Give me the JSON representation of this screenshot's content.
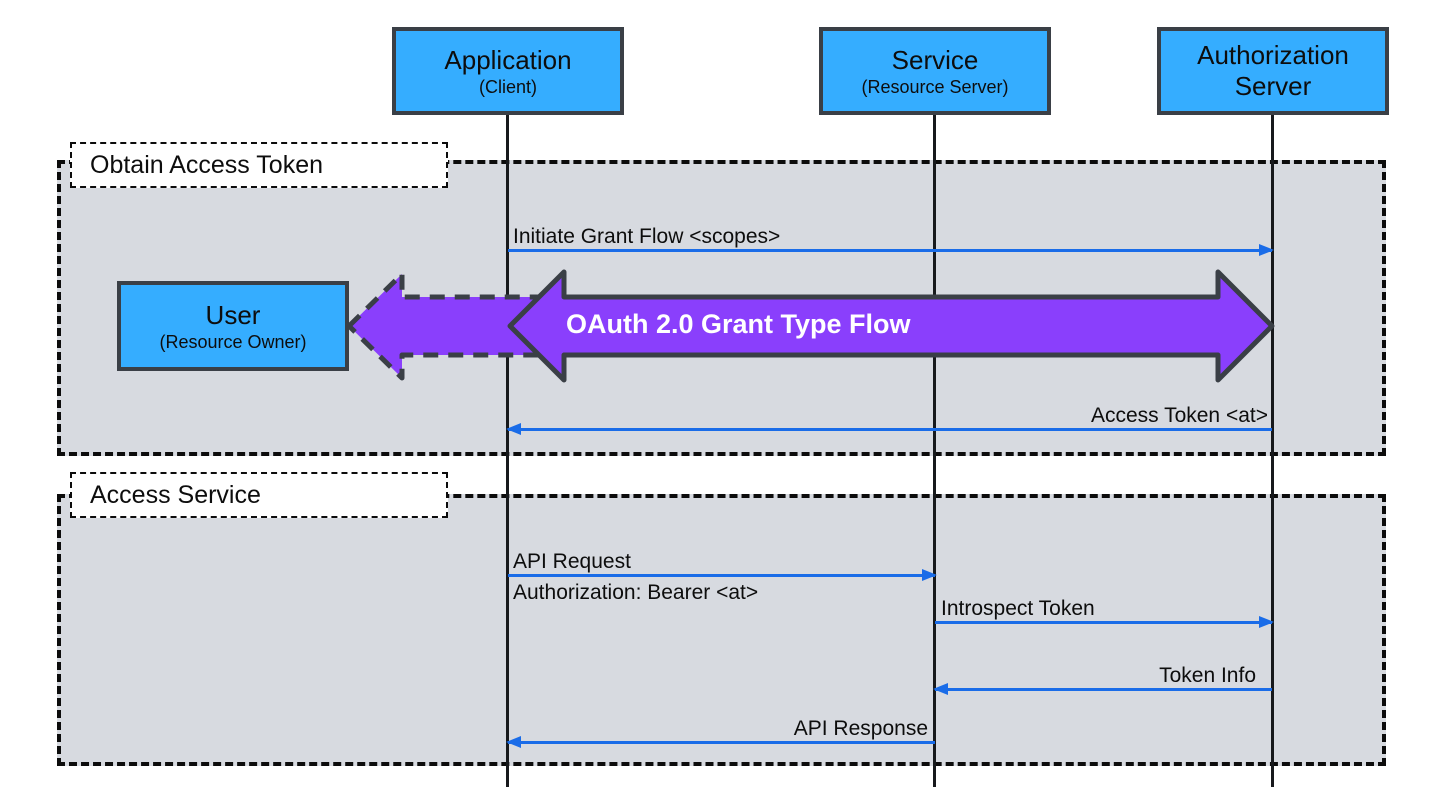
{
  "colors": {
    "box_fill": "#35ADFF",
    "box_border": "#3A3F46",
    "frame_fill": "#D7DAE0",
    "frame_border": "#0C0C0C",
    "label_border": "#0C0C0C",
    "arrow_blue": "#1A6CE8",
    "purple_fill": "#8A3FFC",
    "lifeline": "#17191C",
    "text": "#0D0D0D"
  },
  "actors": [
    {
      "id": "application",
      "title": "Application",
      "subtitle": "(Client)"
    },
    {
      "id": "service",
      "title": "Service",
      "subtitle": "(Resource Server)"
    },
    {
      "id": "authorization-server",
      "title": "Authorization Server",
      "subtitle": ""
    }
  ],
  "user_box": {
    "title": "User",
    "subtitle": "(Resource Owner)"
  },
  "frames": [
    {
      "label": "Obtain Access Token"
    },
    {
      "label": "Access Service"
    }
  ],
  "messages": [
    {
      "label": "Initiate Grant Flow <scopes>",
      "from": "Application",
      "to": "Authorization Server",
      "direction": "right"
    },
    {
      "label": "Access Token <at>",
      "from": "Authorization Server",
      "to": "Application",
      "direction": "left"
    },
    {
      "label": "API Request",
      "label2": "Authorization: Bearer <at>",
      "from": "Application",
      "to": "Service",
      "direction": "right"
    },
    {
      "label": "Introspect Token",
      "from": "Service",
      "to": "Authorization Server",
      "direction": "right"
    },
    {
      "label": "Token Info",
      "from": "Authorization Server",
      "to": "Service",
      "direction": "left"
    },
    {
      "label": "API Response",
      "from": "Service",
      "to": "Application",
      "direction": "left"
    }
  ],
  "grant_flow": {
    "label": "OAuth 2.0 Grant Type Flow"
  }
}
